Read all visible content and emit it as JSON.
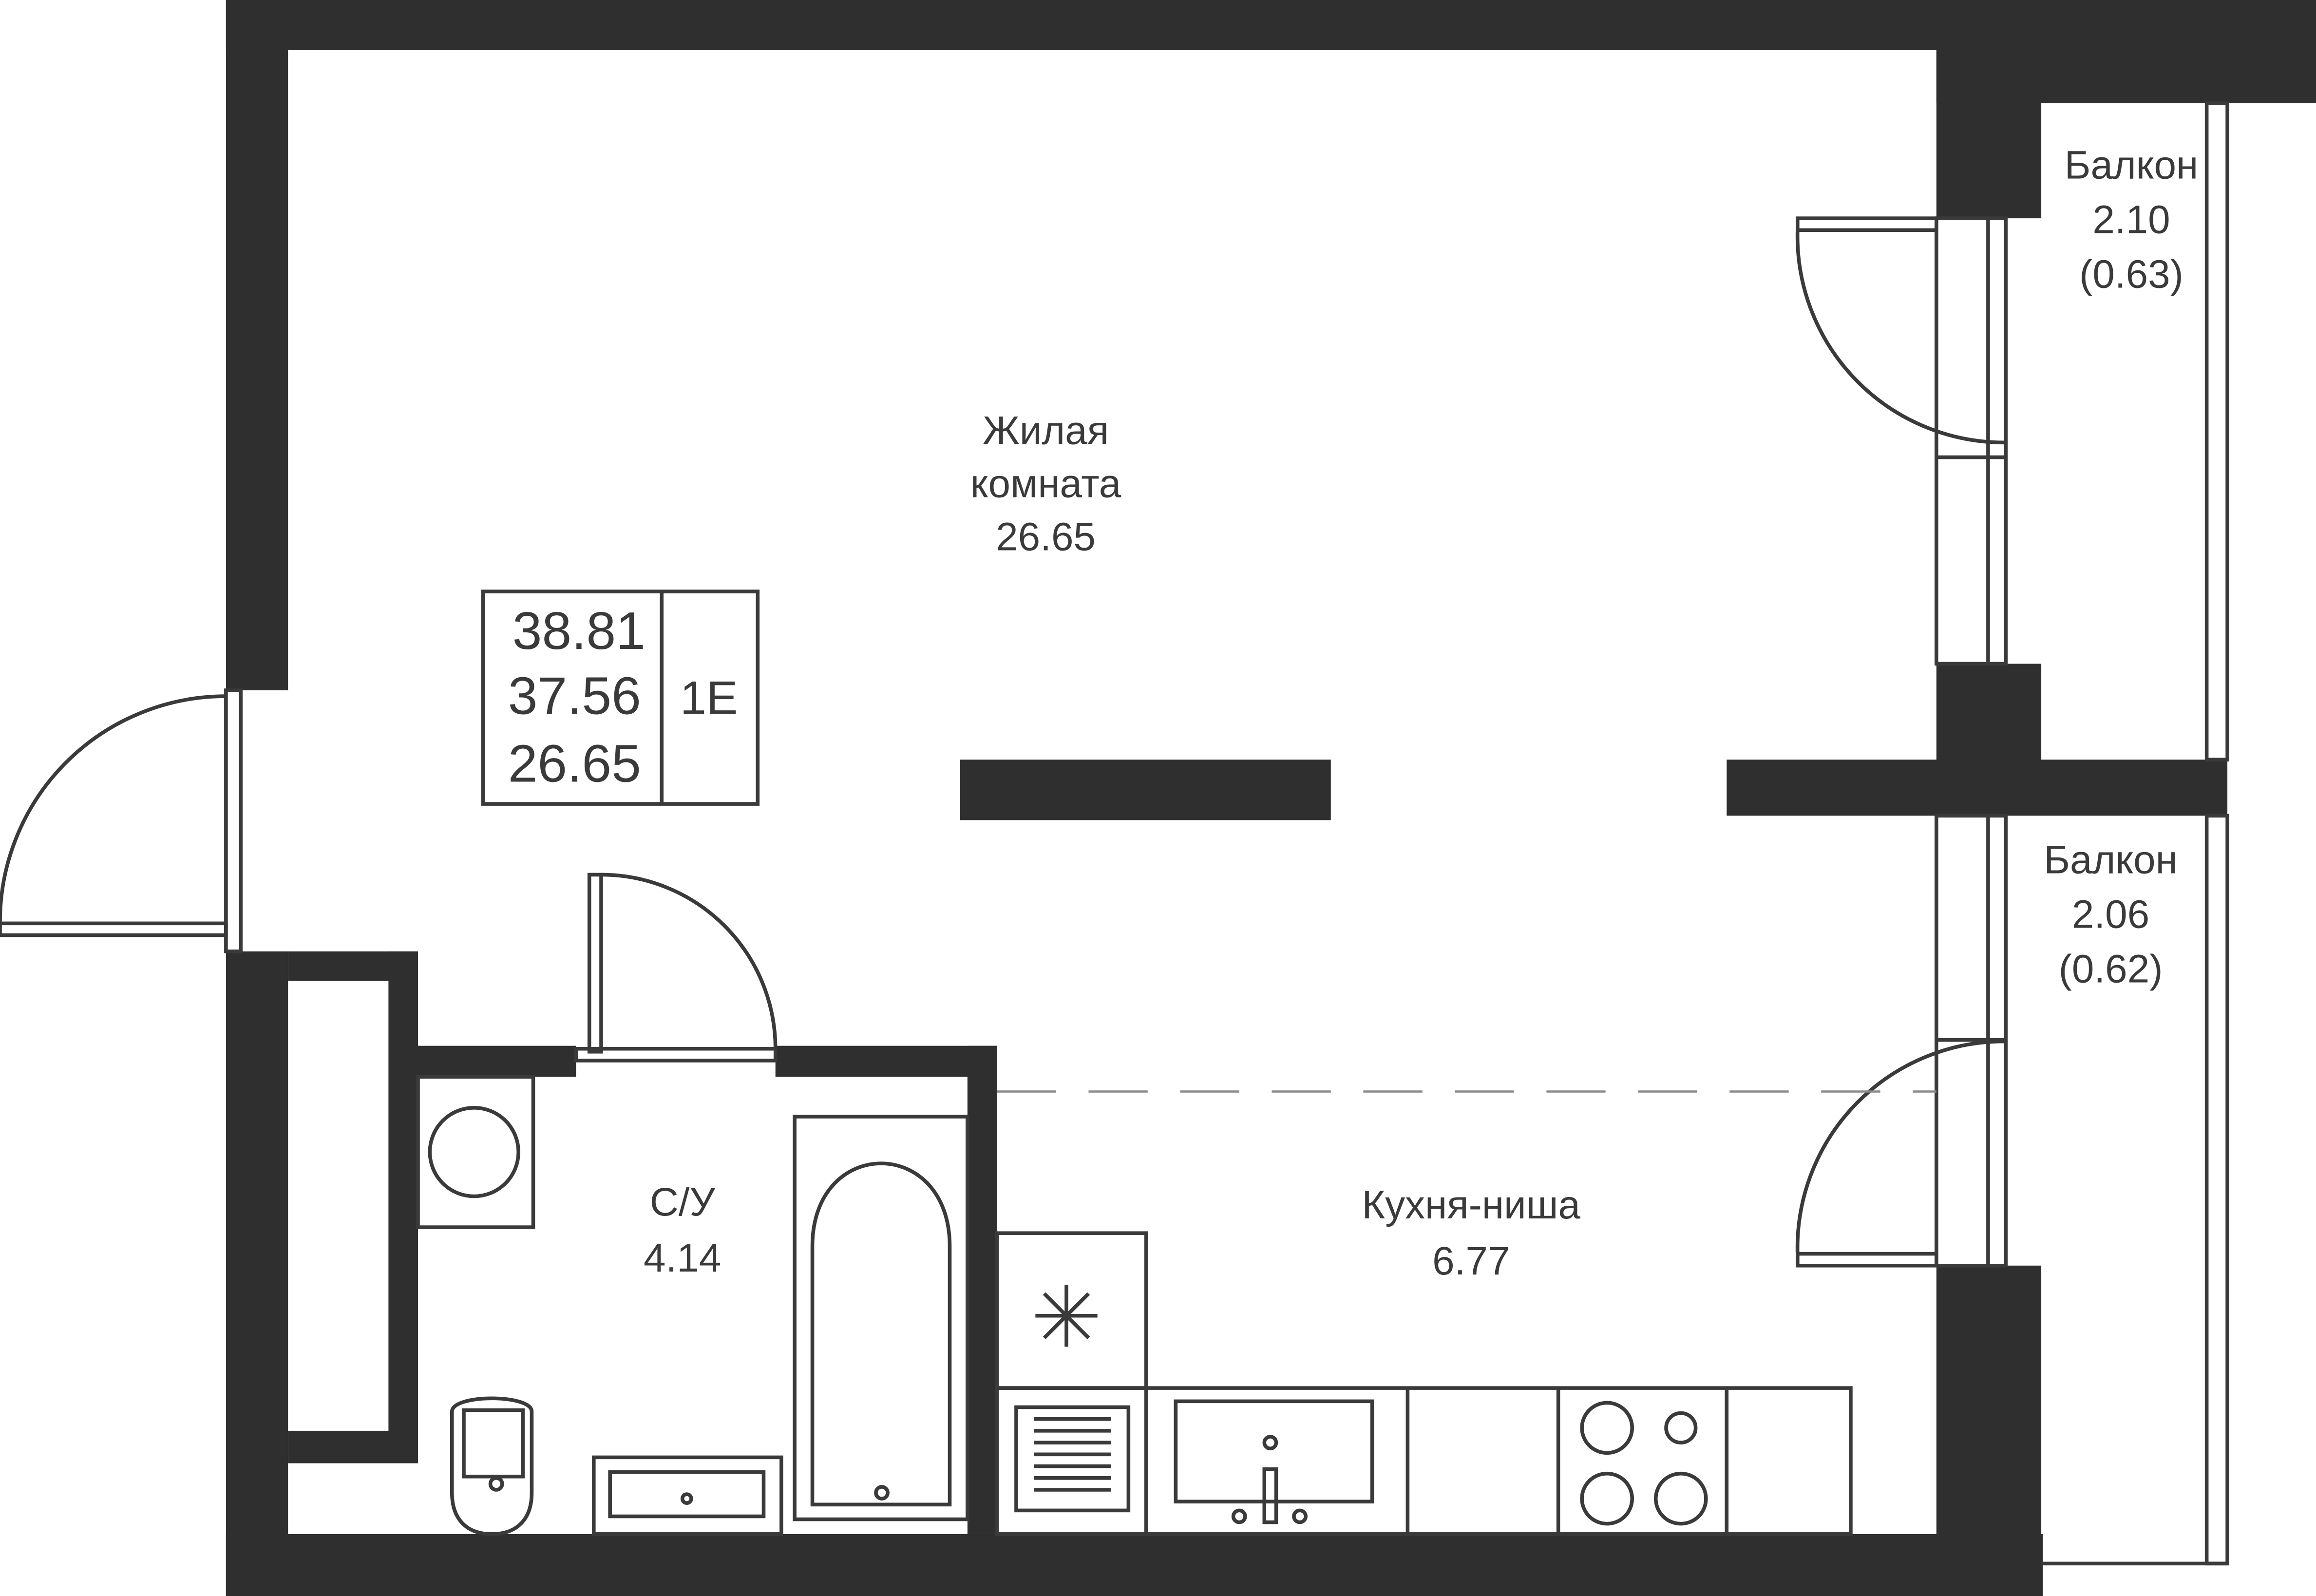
{
  "rooms": {
    "living": {
      "name_line1": "Жилая",
      "name_line2": "комната",
      "area": "26.65"
    },
    "bathroom": {
      "name": "С/У",
      "area": "4.14"
    },
    "kitchen": {
      "name": "Кухня-ниша",
      "area": "6.77"
    },
    "balcony_top": {
      "name": "Балкон",
      "area": "2.10",
      "reduced_area": "(0.63)"
    },
    "balcony_bottom": {
      "name": "Балкон",
      "area": "2.06",
      "reduced_area": "(0.62)"
    }
  },
  "summary": {
    "total_area": "38.81",
    "total_without_balcony": "37.56",
    "living_area": "26.65",
    "apartment_type": "1E"
  },
  "colors": {
    "wall": "#2f2f30",
    "line": "#3a3a3a",
    "background": "#ffffff"
  }
}
